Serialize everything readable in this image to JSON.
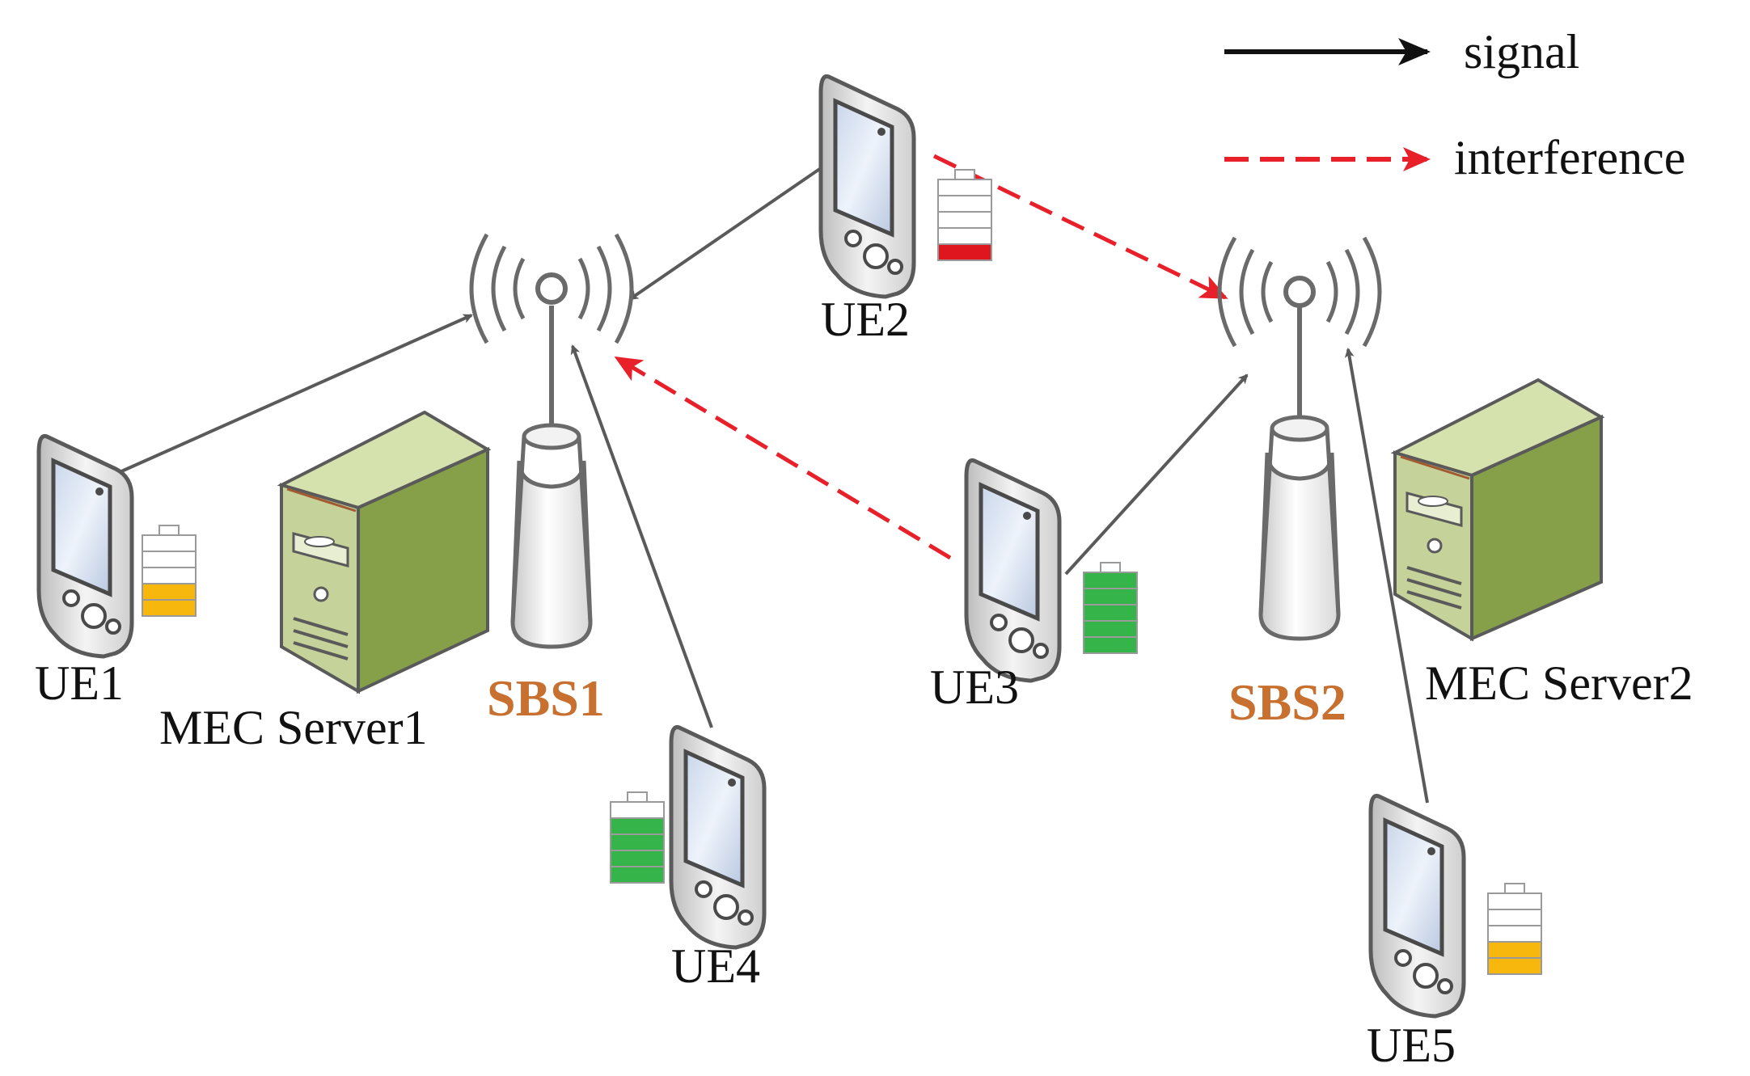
{
  "legend": {
    "signal_label": "signal",
    "interference_label": "interference",
    "signal_color": "#111111",
    "interference_color": "#e8202a"
  },
  "colors": {
    "arrow": "#5a5a5a",
    "sbs_label": "#c8702f",
    "server_front": "#c5d39a",
    "server_side": "#86a04a",
    "server_top": "#d6e2ae",
    "battery_red": "#e0161e",
    "battery_yellow": "#f7b70d",
    "battery_green": "#35b44a"
  },
  "base_stations": {
    "sbs1": {
      "label": "SBS1",
      "icon": "antenna-icon"
    },
    "sbs2": {
      "label": "SBS2",
      "icon": "antenna-icon"
    }
  },
  "servers": {
    "server1": {
      "label": "MEC Server1",
      "icon": "server-icon"
    },
    "server2": {
      "label": "MEC Server2",
      "icon": "server-icon"
    }
  },
  "users": {
    "ue1": {
      "label": "UE1",
      "battery_level": 0.4,
      "battery_color": "yellow",
      "icon": "phone-icon"
    },
    "ue2": {
      "label": "UE2",
      "battery_level": 0.2,
      "battery_color": "red",
      "icon": "phone-icon"
    },
    "ue3": {
      "label": "UE3",
      "battery_level": 1.0,
      "battery_color": "green",
      "icon": "phone-icon"
    },
    "ue4": {
      "label": "UE4",
      "battery_level": 0.8,
      "battery_color": "green",
      "icon": "phone-icon"
    },
    "ue5": {
      "label": "UE5",
      "battery_level": 0.4,
      "battery_color": "yellow",
      "icon": "phone-icon"
    }
  }
}
